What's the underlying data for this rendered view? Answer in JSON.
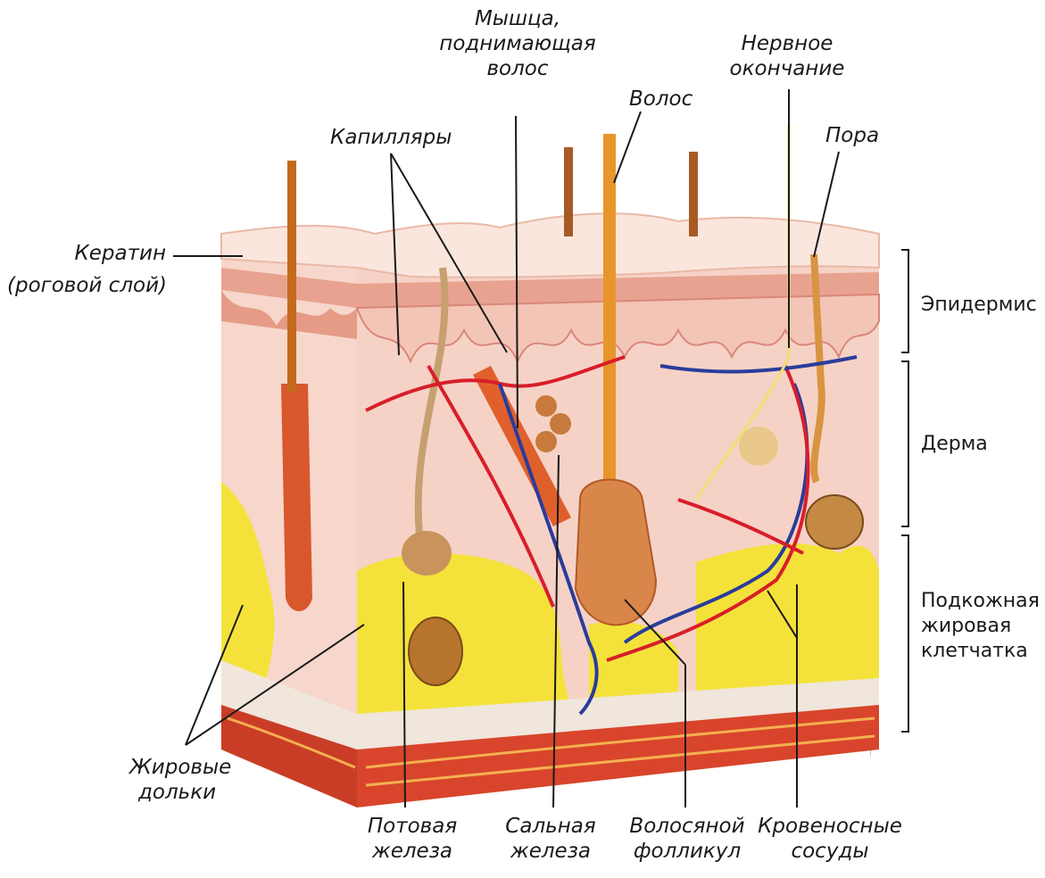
{
  "labels": {
    "muscle": [
      "Мышца,",
      "поднимающая",
      "волос"
    ],
    "hair": [
      "Волос"
    ],
    "nerve": [
      "Нервное",
      "окончание"
    ],
    "pore": [
      "Пора"
    ],
    "capillaries": [
      "Капилляры"
    ],
    "keratin": [
      "Кератин",
      "(роговой слой)"
    ],
    "fat_lobules": [
      "Жировые",
      "дольки"
    ],
    "sweat_gland": [
      "Потовая",
      "железа"
    ],
    "sebaceous_gland": [
      "Сальная",
      "железа"
    ],
    "hair_follicle": [
      "Волосяной",
      "фолликул"
    ],
    "blood_vessels": [
      "Кровеносные",
      "сосуды"
    ]
  },
  "layers": {
    "epidermis": "Эпидермис",
    "dermis": "Дерма",
    "subcutaneous": [
      "Подкожная",
      "жировая",
      "клетчатка"
    ]
  },
  "colors": {
    "skin_light": "#f8dcd2",
    "dermis": "#f6cfc4",
    "fat": "#f4e23a",
    "muscle_layer": "#d8452c",
    "artery": "#d81e2a",
    "vein": "#2a3c9c",
    "hair": "#c46a1c"
  }
}
